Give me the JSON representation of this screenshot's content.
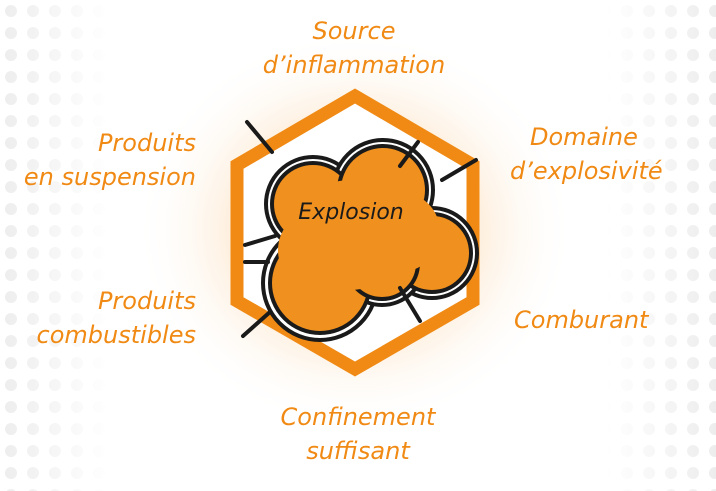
{
  "center": {
    "label": "Explosion"
  },
  "factors": [
    {
      "id": "source",
      "lines": [
        "Source",
        "d’inflammation"
      ]
    },
    {
      "id": "domaine",
      "lines": [
        "Domaine",
        "d’explosivité"
      ]
    },
    {
      "id": "comburant",
      "lines": [
        "Comburant"
      ]
    },
    {
      "id": "confinement",
      "lines": [
        "Confinement",
        "suffisant"
      ]
    },
    {
      "id": "combustibles",
      "lines": [
        "Produits",
        "combustibles"
      ]
    },
    {
      "id": "suspension",
      "lines": [
        "Produits",
        "en suspension"
      ]
    }
  ],
  "colors": {
    "accent": "#f08a14",
    "cloud_fill": "#f0901e",
    "outline": "#1a1a1a",
    "glow": "#fbe3c8",
    "dots": "#ececec"
  }
}
